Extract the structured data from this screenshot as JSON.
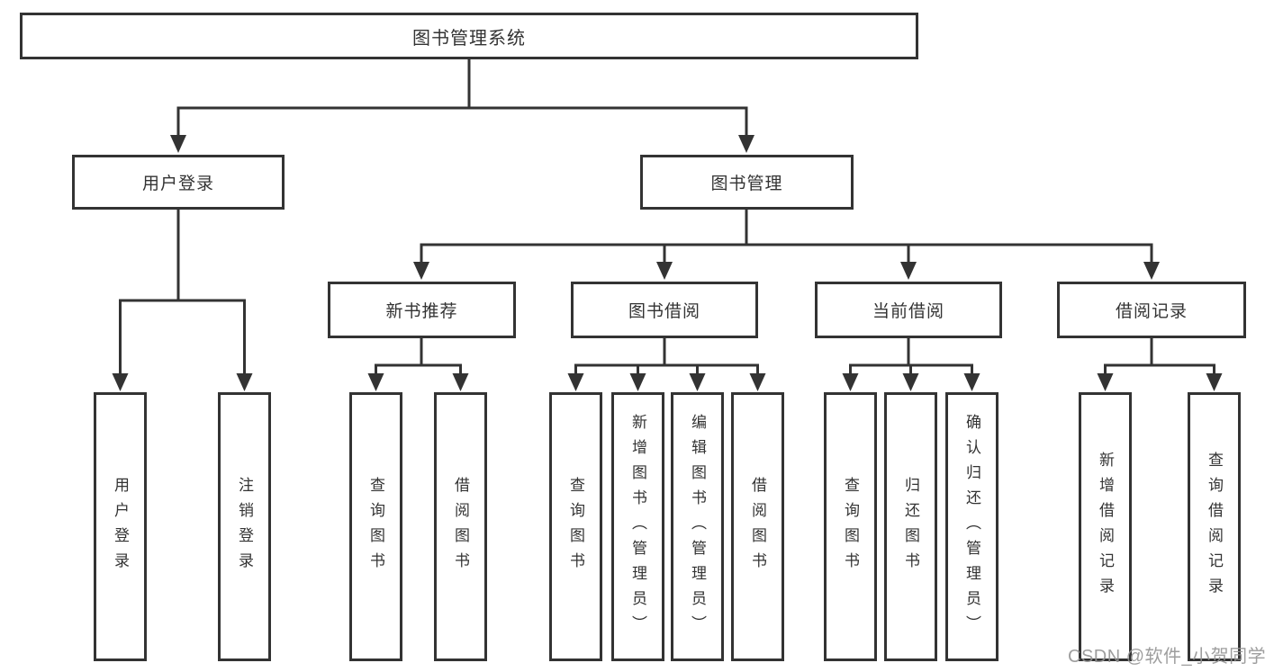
{
  "diagram": {
    "title": "图书管理系统",
    "root": {
      "label": "图书管理系统"
    },
    "level2": [
      {
        "label": "用户登录"
      },
      {
        "label": "图书管理"
      }
    ],
    "level3": [
      {
        "label": "新书推荐"
      },
      {
        "label": "图书借阅"
      },
      {
        "label": "当前借阅"
      },
      {
        "label": "借阅记录"
      }
    ],
    "leaves": [
      "用户登录",
      "注销登录",
      "查询图书",
      "借阅图书",
      "查询图书",
      "新增图书（管理员）",
      "编辑图书（管理员）",
      "借阅图书",
      "查询图书",
      "归还图书",
      "确认归还（管理员）",
      "新增借阅记录",
      "查询借阅记录"
    ],
    "colors": {
      "line": "#333333",
      "border": "#333333",
      "text": "#333333",
      "background": "#ffffff",
      "watermark": "#949494"
    }
  },
  "watermark": {
    "text": "CSDN @软件_小贺同学"
  }
}
